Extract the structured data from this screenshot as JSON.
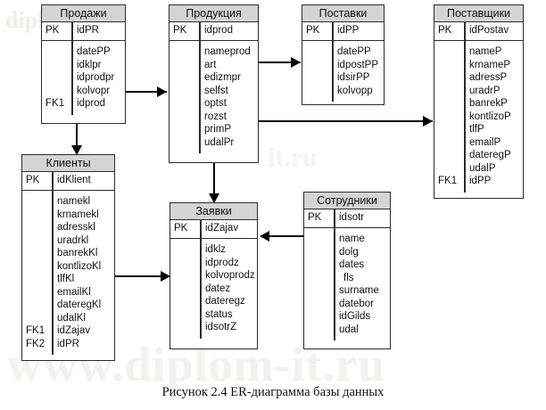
{
  "caption": "Рисунок 2.4 ER-диаграмма базы данных",
  "watermarks": {
    "main": "www.diplom-it.ru",
    "top": "diplom",
    "mid": "it.ru"
  },
  "diagram": {
    "type": "er-diagram",
    "entities": [
      {
        "id": "prodazhi",
        "title": "Продажи",
        "pk": {
          "key": "PK",
          "name": "idPR"
        },
        "attributes": [
          {
            "key": "",
            "name": "datePP"
          },
          {
            "key": "",
            "name": "idklpr"
          },
          {
            "key": "",
            "name": "idprodpr"
          },
          {
            "key": "",
            "name": "kolvopr"
          },
          {
            "key": "FK1",
            "name": "idprod"
          }
        ]
      },
      {
        "id": "produkciya",
        "title": "Продукция",
        "pk": {
          "key": "PK",
          "name": "idprod"
        },
        "attributes": [
          {
            "key": "",
            "name": "nameprod"
          },
          {
            "key": "",
            "name": "art"
          },
          {
            "key": "",
            "name": "edizmpr"
          },
          {
            "key": "",
            "name": "selfst"
          },
          {
            "key": "",
            "name": "optst"
          },
          {
            "key": "",
            "name": "rozst"
          },
          {
            "key": "",
            "name": "primP"
          },
          {
            "key": "",
            "name": "udalPr"
          }
        ]
      },
      {
        "id": "postavki",
        "title": "Поставки",
        "pk": {
          "key": "PK",
          "name": "idPP"
        },
        "attributes": [
          {
            "key": "",
            "name": "datePP"
          },
          {
            "key": "",
            "name": "idpostPP"
          },
          {
            "key": "",
            "name": "idsirPP"
          },
          {
            "key": "",
            "name": "kolvopp"
          }
        ]
      },
      {
        "id": "postavshiki",
        "title": "Поставщики",
        "pk": {
          "key": "PK",
          "name": "idPostav"
        },
        "attributes": [
          {
            "key": "",
            "name": "nameP"
          },
          {
            "key": "",
            "name": "krnameP"
          },
          {
            "key": "",
            "name": "adressP"
          },
          {
            "key": "",
            "name": "uradrP"
          },
          {
            "key": "",
            "name": "banrekP"
          },
          {
            "key": "",
            "name": "kontlizoP"
          },
          {
            "key": "",
            "name": "tlfP"
          },
          {
            "key": "",
            "name": "emailP"
          },
          {
            "key": "",
            "name": "dateregP"
          },
          {
            "key": "",
            "name": "udalP"
          },
          {
            "key": "FK1",
            "name": "idPP"
          }
        ]
      },
      {
        "id": "klienty",
        "title": "Клиенты",
        "pk": {
          "key": "PK",
          "name": "idKlient"
        },
        "attributes": [
          {
            "key": "",
            "name": "namekl"
          },
          {
            "key": "",
            "name": "krnamekl"
          },
          {
            "key": "",
            "name": "adresskl"
          },
          {
            "key": "",
            "name": "uradrkl"
          },
          {
            "key": "",
            "name": "banrekKl"
          },
          {
            "key": "",
            "name": "kontlizoKl"
          },
          {
            "key": "",
            "name": "tlfKl"
          },
          {
            "key": "",
            "name": "emailKl"
          },
          {
            "key": "",
            "name": "dateregKl"
          },
          {
            "key": "",
            "name": "udalKl"
          },
          {
            "key": "FK1",
            "name": "idZajav"
          },
          {
            "key": "FK2",
            "name": "idPR"
          }
        ]
      },
      {
        "id": "zayavki",
        "title": "Заявки",
        "pk": {
          "key": "PK",
          "name": "idZajav"
        },
        "attributes": [
          {
            "key": "",
            "name": "idklz"
          },
          {
            "key": "",
            "name": "idprodz"
          },
          {
            "key": "",
            "name": "kolvoprodz"
          },
          {
            "key": "",
            "name": "datez"
          },
          {
            "key": "",
            "name": "dateregz"
          },
          {
            "key": "",
            "name": "status"
          },
          {
            "key": "",
            "name": "idsotrZ"
          }
        ]
      },
      {
        "id": "sotrudniki",
        "title": "Сотрудники",
        "pk": {
          "key": "PK",
          "name": "idsotr"
        },
        "attributes": [
          {
            "key": "",
            "name": "name"
          },
          {
            "key": "",
            "name": "dolg"
          },
          {
            "key": "",
            "name": "dates"
          },
          {
            "key": "",
            "name": "fls"
          },
          {
            "key": "",
            "name": "surname"
          },
          {
            "key": "",
            "name": "datebor"
          },
          {
            "key": "",
            "name": "idGilds"
          },
          {
            "key": "",
            "name": "udal"
          }
        ]
      }
    ],
    "relationships": [
      {
        "from": "prodazhi",
        "to": "produkciya",
        "direction": "right"
      },
      {
        "from": "prodazhi",
        "to": "klienty",
        "direction": "down"
      },
      {
        "from": "produkciya",
        "to": "postavki",
        "direction": "right"
      },
      {
        "from": "produkciya",
        "to": "postavshiki",
        "direction": "right"
      },
      {
        "from": "produkciya",
        "to": "zayavki",
        "direction": "down"
      },
      {
        "from": "klienty",
        "to": "zayavki",
        "direction": "right"
      },
      {
        "from": "sotrudniki",
        "to": "zayavki",
        "direction": "left"
      }
    ]
  },
  "colors": {
    "header_fill": "#d4d4d4",
    "border": "#2b2b2b",
    "connector": "#000000",
    "watermark": "#eef0ec"
  }
}
